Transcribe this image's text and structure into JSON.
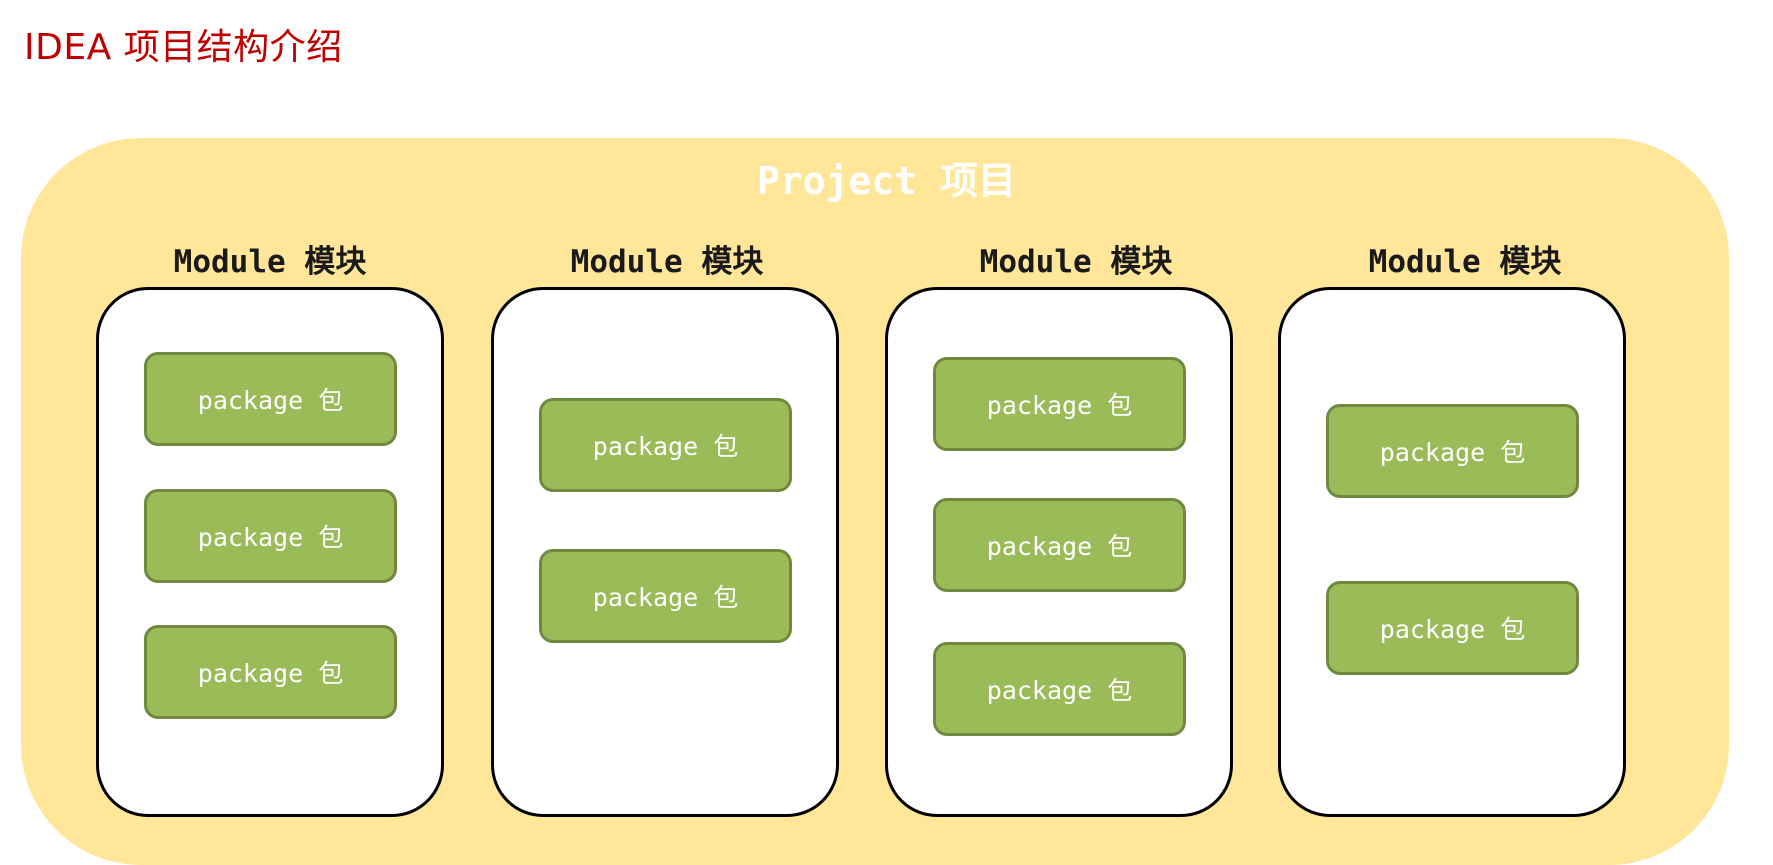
{
  "title": "IDEA 项目结构介绍",
  "project": {
    "label": "Project 项目"
  },
  "modules": [
    {
      "label": "Module 模块",
      "packages": [
        "package 包",
        "package 包",
        "package 包"
      ]
    },
    {
      "label": "Module 模块",
      "packages": [
        "package 包",
        "package 包"
      ]
    },
    {
      "label": "Module 模块",
      "packages": [
        "package 包",
        "package 包",
        "package 包"
      ]
    },
    {
      "label": "Module 模块",
      "packages": [
        "package 包",
        "package 包"
      ]
    }
  ],
  "colors": {
    "title": "#c00000",
    "project_fill": "#ffe699",
    "package_fill": "#9bbb59",
    "package_border": "#71893f",
    "module_border": "#000000"
  }
}
